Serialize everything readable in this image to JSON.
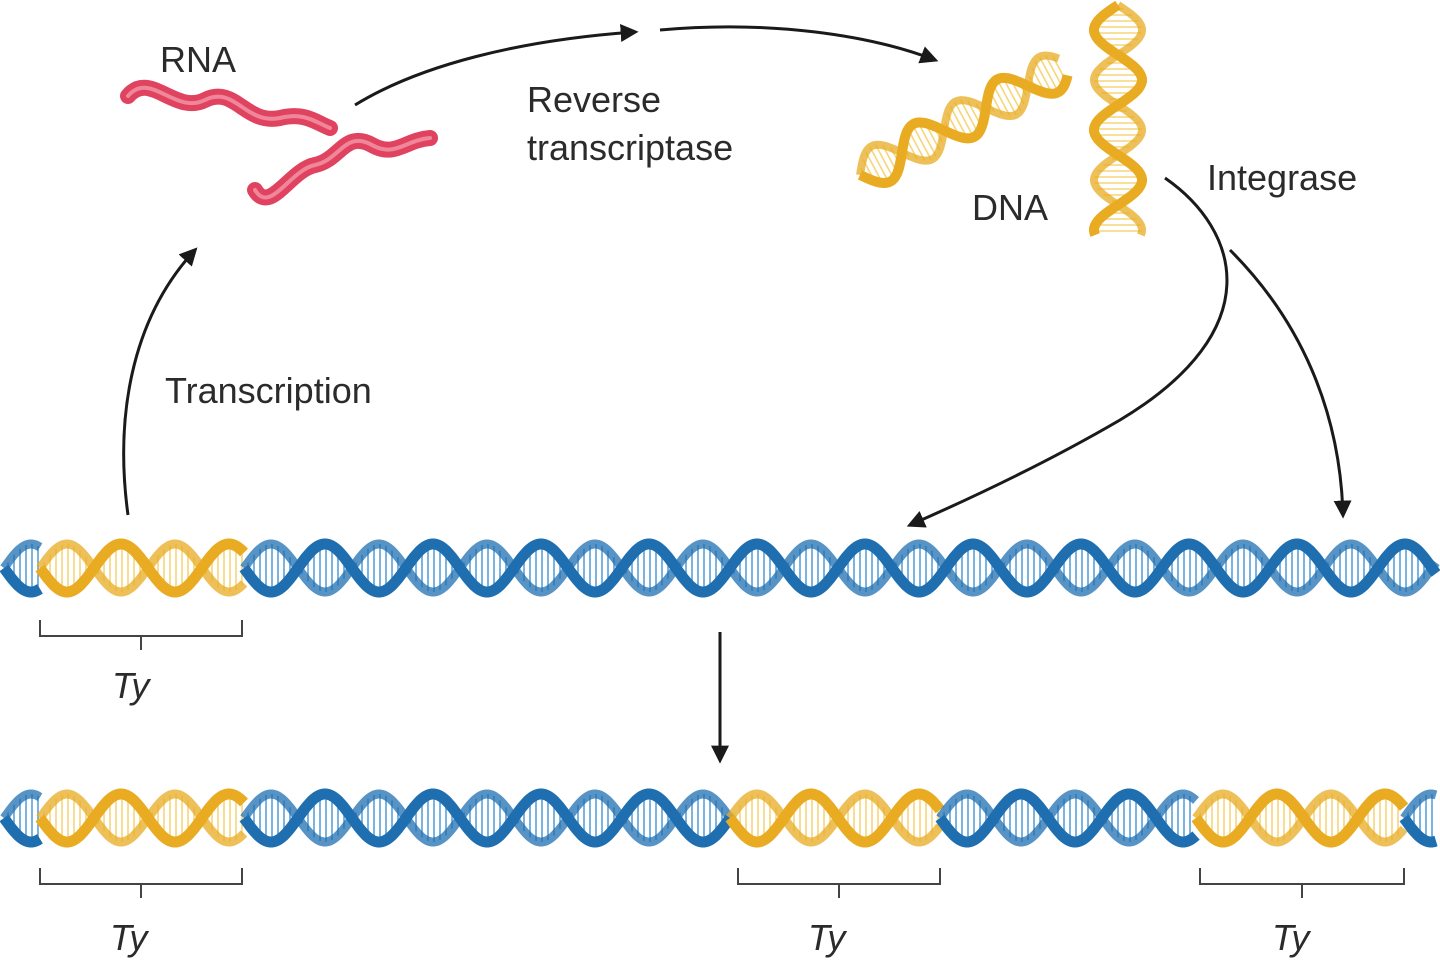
{
  "labels": {
    "rna": "RNA",
    "reverse_line1": "Reverse",
    "reverse_line2": "transcriptase",
    "dna": "DNA",
    "integrase": "Integrase",
    "transcription": "Transcription"
  },
  "element_label": "Ty",
  "colors": {
    "host_dna": "#1f6fb0",
    "host_dna_light": "#5aa2d8",
    "ty_dna": "#e8ab22",
    "ty_dna_light": "#f6d67a",
    "rna": "#e0435f",
    "rna_light": "#f6a3b3",
    "arrow": "#1a1a1a"
  },
  "icons": [
    "rna-ribbon-icon",
    "dna-double-helix-icon",
    "arrow-icon",
    "bracket-icon"
  ]
}
